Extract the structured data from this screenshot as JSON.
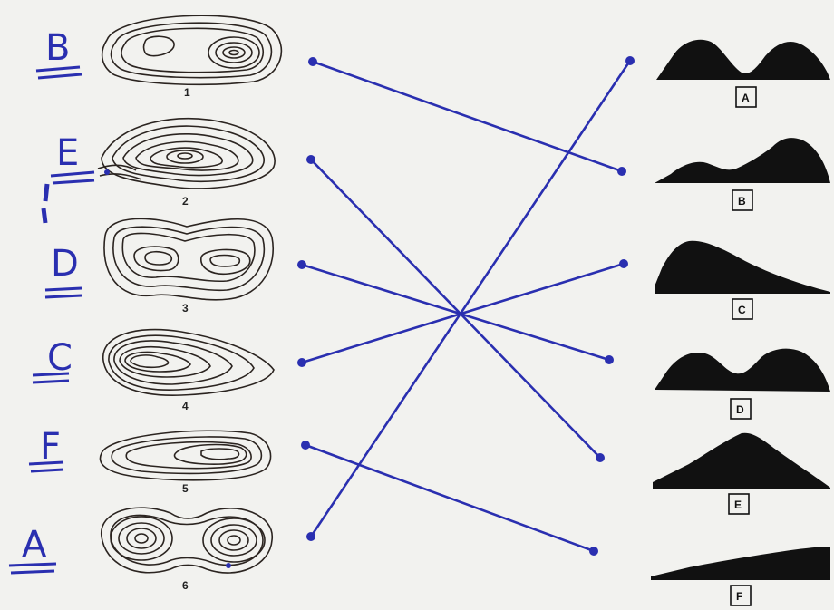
{
  "contour_maps": [
    {
      "number": "1",
      "answer": "B"
    },
    {
      "number": "2",
      "answer": "E"
    },
    {
      "number": "3",
      "answer": "D"
    },
    {
      "number": "4",
      "answer": "C"
    },
    {
      "number": "5",
      "answer": "F"
    },
    {
      "number": "6",
      "answer": "A"
    }
  ],
  "profiles": [
    {
      "label": "A"
    },
    {
      "label": "B"
    },
    {
      "label": "C"
    },
    {
      "label": "D"
    },
    {
      "label": "E"
    },
    {
      "label": "F"
    }
  ],
  "colors": {
    "ink": "#2a2fb0",
    "contour": "#2b2420",
    "profile": "#111111",
    "paper": "#f2f2ef"
  }
}
